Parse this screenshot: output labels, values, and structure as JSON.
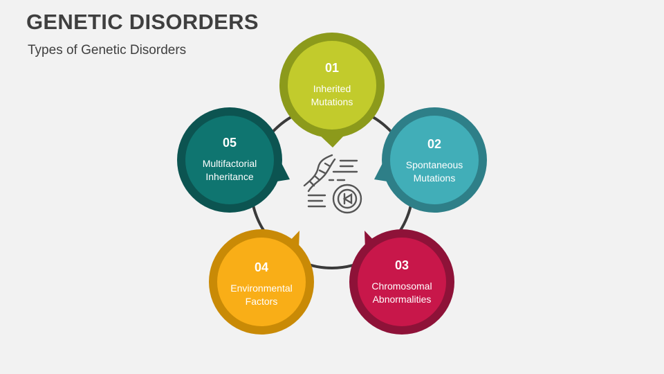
{
  "header": {
    "title": "GENETIC DISORDERS",
    "subtitle": "Types of Genetic Disorders"
  },
  "center_icon": "dna-test-icon",
  "nodes": [
    {
      "number": "01",
      "line1": "Inherited",
      "line2": "Mutations",
      "color_outer": "#8c9a1b",
      "color_inner": "#c2cb2c"
    },
    {
      "number": "02",
      "line1": "Spontaneous",
      "line2": "Mutations",
      "color_outer": "#2e7f88",
      "color_inner": "#41aeb8"
    },
    {
      "number": "03",
      "line1": "Chromosomal",
      "line2": "Abnormalities",
      "color_outer": "#8e1238",
      "color_inner": "#c8174a"
    },
    {
      "number": "04",
      "line1": "Environmental",
      "line2": "Factors",
      "color_outer": "#c98a06",
      "color_inner": "#f9ae17"
    },
    {
      "number": "05",
      "line1": "Multifactorial",
      "line2": "Inheritance",
      "color_outer": "#0c5451",
      "color_inner": "#0f7570"
    }
  ],
  "colors": {
    "ring": "#3a3a3a",
    "icon": "#555555"
  }
}
